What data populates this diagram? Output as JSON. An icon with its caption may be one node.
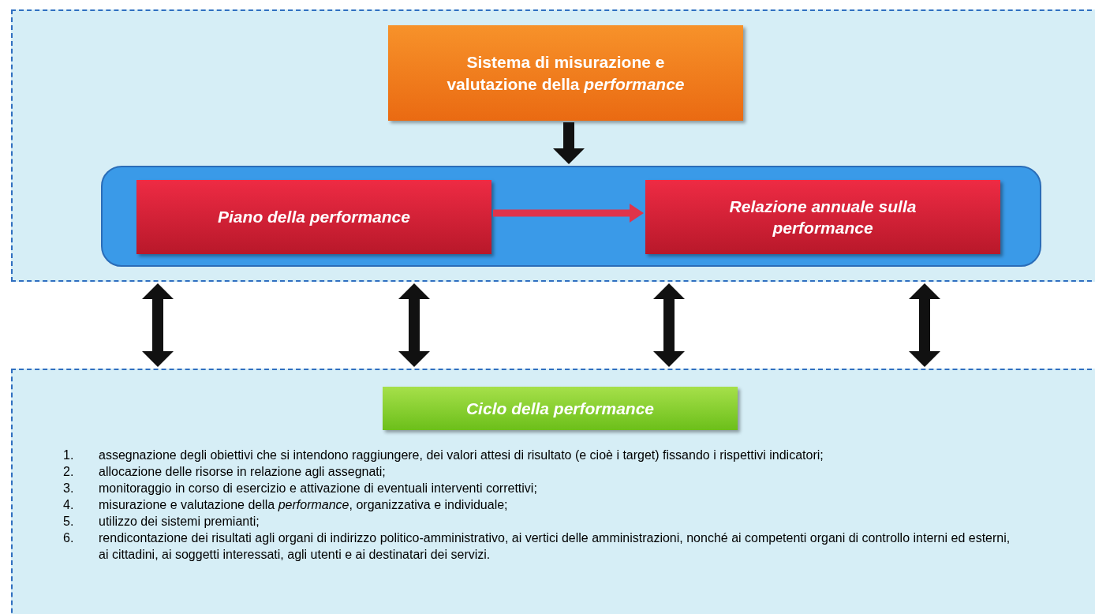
{
  "diagram": {
    "nodes": [
      {
        "text": [],
        "shape": "box"
      },
      {
        "text": [
          "Sistema di misurazione e valutazione della *performance*"
        ],
        "in": 0
      },
      {
        "text": [],
        "shape": "box",
        "in": 0
      },
      {
        "text": [
          "Piano della performance"
        ],
        "in": 2
      },
      {
        "text": [
          "Relazione annuale sulla performance"
        ],
        "in": 2
      },
      {
        "text": [],
        "shape": "box"
      },
      {
        "text": [
          "Ciclo della performance"
        ],
        "in": 5
      }
    ],
    "edges": [
      {
        "from": 1,
        "to": 2,
        "arrow": "to"
      },
      {
        "from": 3,
        "to": 4,
        "arrow": "to",
        "color": "#e0344a"
      },
      {
        "from": 0,
        "to": 5,
        "arrow": "both"
      },
      {
        "from": 0,
        "to": 5,
        "arrow": "both"
      },
      {
        "from": 0,
        "to": 5,
        "arrow": "both"
      },
      {
        "from": 0,
        "to": 5,
        "arrow": "both"
      }
    ],
    "labels": [
      "1.",
      "assegnazione degli obiettivi che si intendono raggiungere, dei valori attesi di risultato (e cioè i target) fissando i rispettivi indicatori;",
      "2.",
      "allocazione delle risorse in relazione agli assegnati;",
      "3.",
      "monitoraggio in corso di esercizio e attivazione di eventuali interventi correttivi;",
      "4.",
      "misurazione e valutazione della *performance*, organizzativa e individuale;",
      "5.",
      "utilizzo dei sistemi premianti;",
      "6.",
      "rendicontazione dei risultati agli organi di indirizzo politico-amministrativo, ai vertici delle amministrazioni, nonché ai competenti organi di controllo interni ed esterni, ai cittadini, ai soggetti interessati, agli utenti e ai destinatari dei servizi."
    ]
  }
}
